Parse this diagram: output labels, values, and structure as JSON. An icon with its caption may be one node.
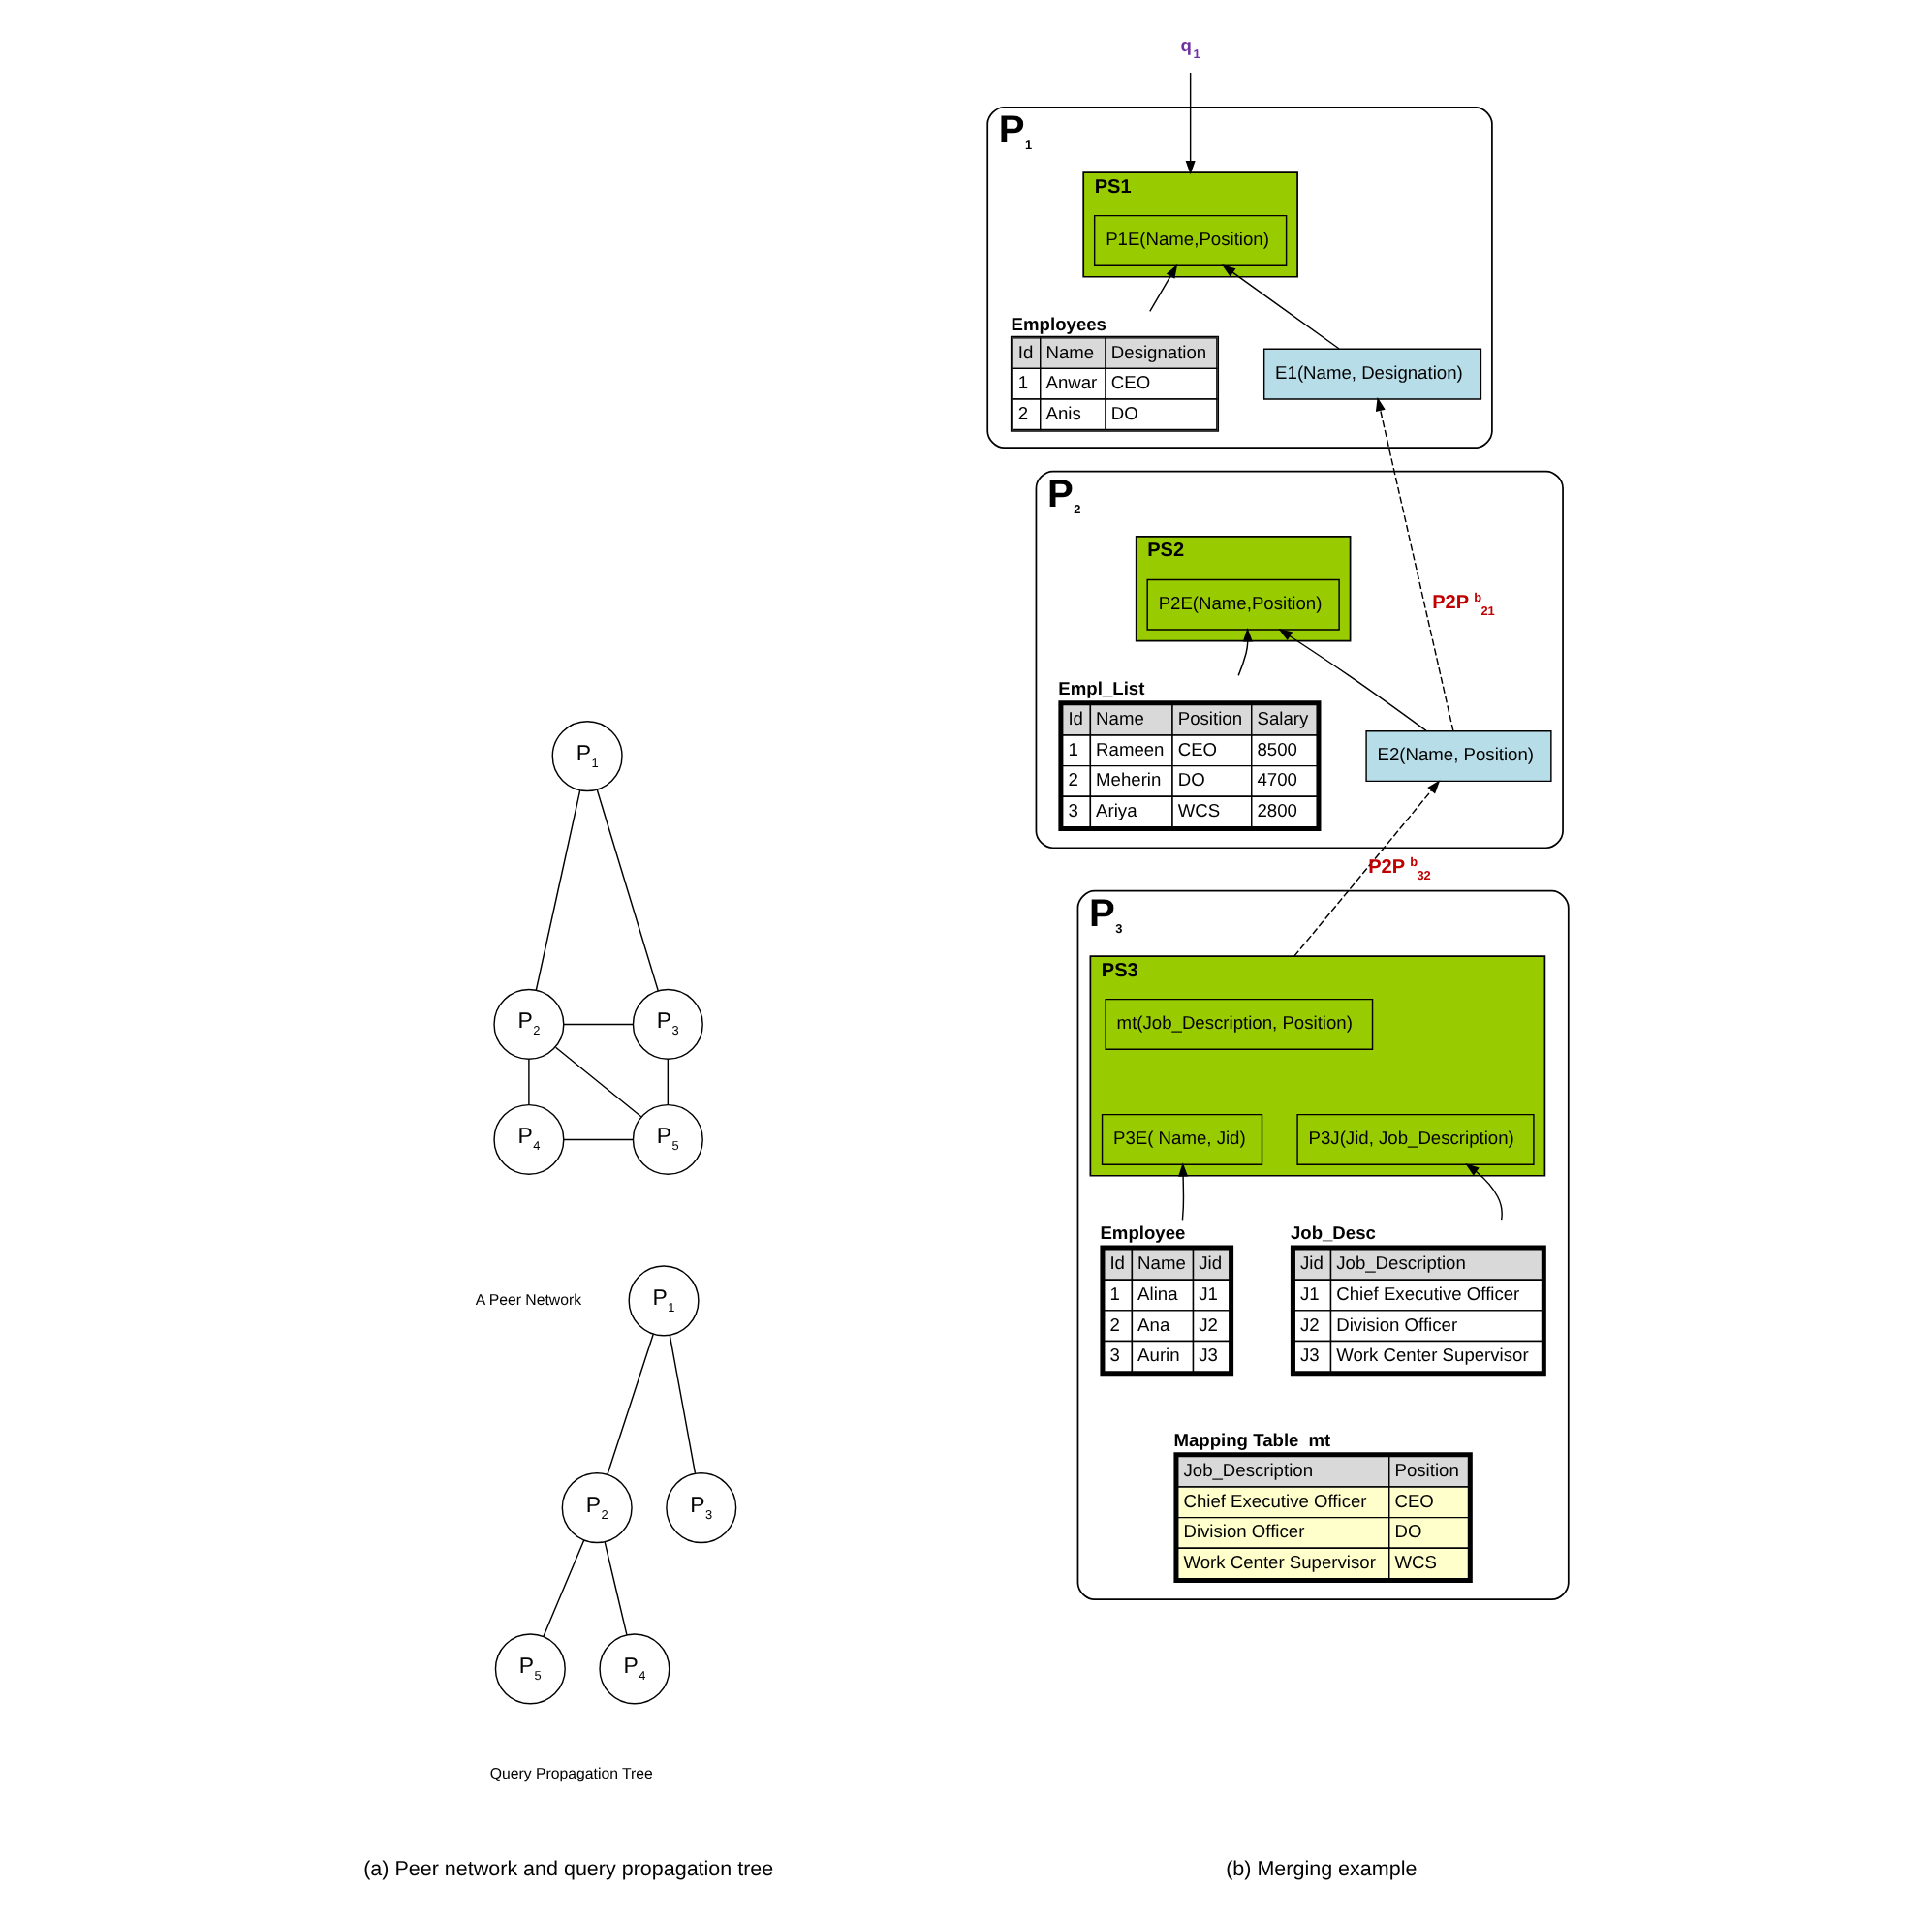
{
  "diagram": {
    "nodes": [
      {
        "text": [
          "q$_{1}$"
        ]
      },
      {
        "text": [
          "P$_{1}$"
        ]
      },
      {
        "text": [
          "PS1"
        ],
        "in": 1
      },
      {
        "text": [
          "P1E(Name,Position)"
        ],
        "in": 2
      },
      {
        "text": [
          "Employees",
          "Id",
          "Name",
          "Designation",
          "1",
          "Anwar",
          "CEO",
          "2",
          "Anis",
          "DO"
        ],
        "in": 1
      },
      {
        "text": [
          "E1(Name, Designation)"
        ],
        "in": 1
      },
      {
        "text": [
          "P$_{2}$"
        ]
      },
      {
        "text": [
          "PS2"
        ],
        "in": 6
      },
      {
        "text": [
          "P2E(Name,Position)"
        ],
        "in": 7
      },
      {
        "text": [
          "Empl_List",
          "Id",
          "Name",
          "Position",
          "Salary",
          "1",
          "Rameen",
          "CEO",
          "8500",
          "2",
          "Meherin",
          "DO",
          "4700",
          "3",
          "Ariya",
          "WCS",
          "2800"
        ],
        "in": 6
      },
      {
        "text": [
          "E2(Name, Position)"
        ],
        "in": 6
      },
      {
        "text": [
          "P$_{3}$"
        ]
      },
      {
        "text": [
          "PS3"
        ],
        "in": 11
      },
      {
        "text": [
          "mt(Job_Description, Position)"
        ],
        "in": 12
      },
      {
        "text": [
          "P3E( Name, Jid)"
        ],
        "in": 12
      },
      {
        "text": [
          "P3J(Jid, Job_Description)"
        ],
        "in": 12
      },
      {
        "text": [
          "Employee",
          "Id",
          "Name",
          "Jid",
          "1",
          "Alina",
          "J1",
          "2",
          "Ana",
          "J2",
          "3",
          "Aurin",
          "J3"
        ],
        "in": 11
      },
      {
        "text": [
          "Job_Desc",
          "Jid",
          "Job_Description",
          "J1",
          "Chief Executive Officer",
          "J2",
          "Division Officer",
          "J3",
          "Work Center Supervisor"
        ],
        "in": 11
      },
      {
        "text": [
          "Mapping Table **mt**",
          "Job_Description",
          "Position",
          "Chief Executive Officer",
          "CEO",
          "Division Officer",
          "DO",
          "Work Center Supervisor",
          "WCS"
        ],
        "in": 11
      },
      {
        "text": [
          "P$_{1}$"
        ]
      },
      {
        "text": [
          "P$_{3}$"
        ]
      },
      {
        "text": [
          "P$_{2}$"
        ]
      },
      {
        "text": [
          "P$_{5}$"
        ]
      },
      {
        "text": [
          "P$_{4}$"
        ]
      },
      {
        "text": [
          "P$_{1}$"
        ]
      },
      {
        "text": [
          "P$_{2}$"
        ]
      },
      {
        "text": [
          "P$_{3}$"
        ]
      },
      {
        "text": [
          "P$_{5}$"
        ]
      },
      {
        "text": [
          "P$_{4}$"
        ]
      }
    ],
    "edges": [
      {
        "from": 0,
        "to": 2,
        "arrow": "to"
      },
      {
        "from": 4,
        "to": 3,
        "arrow": "to"
      },
      {
        "from": 5,
        "to": 3,
        "arrow": "to"
      },
      {
        "from": 10,
        "to": 5,
        "arrow": "to",
        "style": "dashed",
        "label": "P2P $^{b}$$_{21}$"
      },
      {
        "from": 9,
        "to": 8,
        "arrow": "to"
      },
      {
        "from": 10,
        "to": 8,
        "arrow": "to"
      },
      {
        "from": 12,
        "to": 10,
        "arrow": "to",
        "style": "dashed",
        "label": "P2P $^{b}$$_{32}$"
      },
      {
        "from": 16,
        "to": 14,
        "arrow": "to"
      },
      {
        "from": 17,
        "to": 15,
        "arrow": "to"
      },
      {
        "from": 19,
        "to": 21,
        "arrow": "none"
      },
      {
        "from": 19,
        "to": 20,
        "arrow": "none"
      },
      {
        "from": 21,
        "to": 20,
        "arrow": "none"
      },
      {
        "from": 20,
        "to": 22,
        "arrow": "none"
      },
      {
        "from": 21,
        "to": 22,
        "arrow": "none"
      },
      {
        "from": 21,
        "to": 23,
        "arrow": "none"
      },
      {
        "from": 23,
        "to": 22,
        "arrow": "none"
      },
      {
        "from": 24,
        "to": 25,
        "arrow": "none"
      },
      {
        "from": 24,
        "to": 26,
        "arrow": "none"
      },
      {
        "from": 25,
        "to": 27,
        "arrow": "none"
      },
      {
        "from": 25,
        "to": 28,
        "arrow": "none"
      }
    ],
    "labels": [
      "A Peer Network",
      "Query Propagation Tree",
      "(a) Peer network and query propagation tree",
      "(b) Merging example"
    ]
  }
}
